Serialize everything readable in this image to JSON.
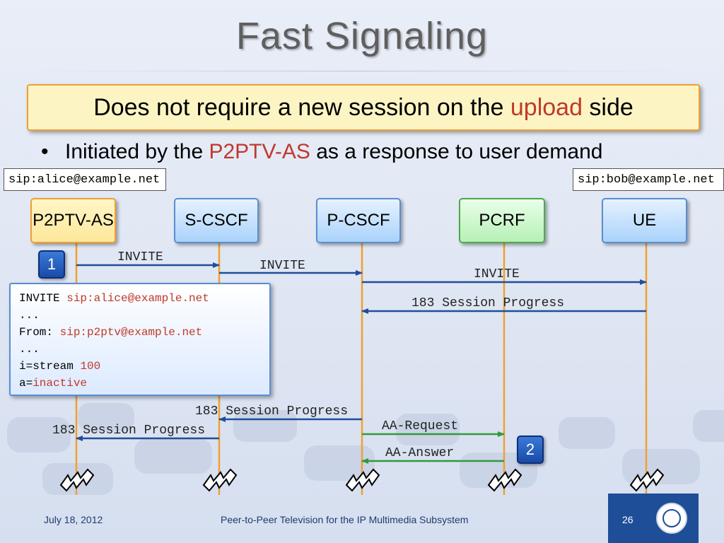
{
  "title": "Fast Signaling",
  "banner": {
    "before": "Does not require a new session on the ",
    "highlight": "upload",
    "after": " side"
  },
  "bullet": {
    "symbol": "•",
    "before": "Initiated by the ",
    "highlight": "P2PTV-AS",
    "after": " as a response to user demand"
  },
  "sip_left": "sip:alice@example.net",
  "sip_right": "sip:bob@example.net",
  "nodes": [
    "P2PTV-AS",
    "S-CSCF",
    "P-CSCF",
    "PCRF",
    "UE"
  ],
  "steps": [
    "1",
    "2"
  ],
  "messages": {
    "m1": "INVITE",
    "m2": "INVITE",
    "m3": "INVITE",
    "m4": "183 Session Progress",
    "m5": "183 Session Progress",
    "m6": "183 Session Progress",
    "m7": "AA-Request",
    "m8": "AA-Answer"
  },
  "msgbox": {
    "l1_a": "INVITE ",
    "l1_b": "sip:alice@example.net",
    "l2": "...",
    "l3_a": "From: ",
    "l3_b": "sip:p2ptv@example.net",
    "l4": "...",
    "l5_a": "i=stream ",
    "l5_b": "100",
    "l6_a": "a=",
    "l6_b": "inactive"
  },
  "footer": {
    "date": "July 18, 2012",
    "center": "Peer-to-Peer Television for the IP Multimedia Subsystem",
    "page": "26"
  },
  "colors": {
    "accent_red": "#c0392b",
    "arrow_blue": "#1f4e99",
    "arrow_green": "#2e9b3a",
    "lifeline_orange": "#f0a030"
  }
}
